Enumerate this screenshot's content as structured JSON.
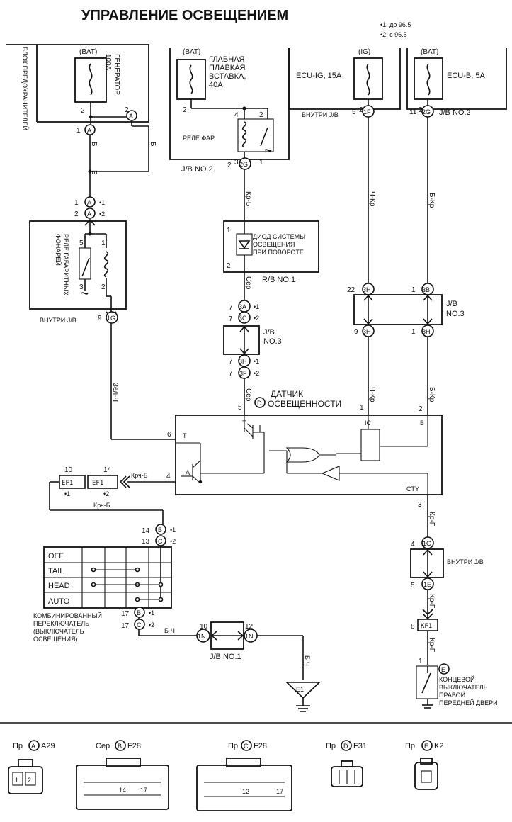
{
  "title": "УПРАВЛЕНИЕ ОСВЕЩЕНИЕМ",
  "notes": [
    "•1: до 96.5",
    "•2: с 96.5"
  ],
  "fuses": {
    "gen": {
      "source": "(BAT)",
      "label_lines": [
        "ГЕНЕРАТОР",
        "100A"
      ]
    },
    "main": {
      "source": "(BAT)",
      "label_lines": [
        "ГЛАВНАЯ",
        "ПЛАВКАЯ",
        "ВСТАВКА,",
        "40A"
      ]
    },
    "ecu_ig": {
      "source": "(IG)",
      "label": "ECU-IG, 15A"
    },
    "ecu_b": {
      "source": "(BAT)",
      "label": "ECU-B, 5A"
    }
  },
  "fuse_block_label": "БЛОК ПРЕДОХРАНИТЕЛЕЙ",
  "relays": {
    "headlamp": "РЕЛЕ ФАР",
    "taillight_lines": [
      "РЕЛЕ ГАБАРИТНЫХ",
      "ФОНАРЕЙ"
    ]
  },
  "diode_label_lines": [
    "ДИОД СИСТЕМЫ",
    "ОСВЕЩЕНИЯ",
    "ПРИ ПОВОРОТЕ"
  ],
  "junctions": {
    "inside_jb": "ВНУТРИ J/B",
    "jb2_right": "J/B NO.2",
    "jb2_mid": "J/B NO.2",
    "rb1": "R/B NO.1",
    "jb3_mid": [
      "J/B",
      "NO.3"
    ],
    "jb3_right": [
      "J/B",
      "NO.3"
    ],
    "jb1": "J/B NO.1"
  },
  "sensor": {
    "letter": "D",
    "label": "ДАТЧИК",
    "label2": "ОСВЕЩЕННОСТИ",
    "pins": {
      "t": "T",
      "ic": "IC",
      "b": "B",
      "a": "A",
      "cty": "CTY"
    }
  },
  "wires": {
    "b1": "Б",
    "b2": "Б",
    "b3": "Б",
    "kr_b": "Кр-Б",
    "ser1": "Сер",
    "ser2": "Сер",
    "ch_kr1": "Ч-Кр",
    "ch_kr2": "Ч-Кр",
    "b_kr1": "Б-Кр",
    "b_kr2": "Б-Кр",
    "zel_ch": "Зел-Ч",
    "krch_b1": "Крч-Б",
    "krch_b2": "Крч-Б",
    "kr_g1": "Кр-Г",
    "kr_g2": "Кр-Г",
    "kr_g3": "Кр-Г",
    "b_ch1": "Б-Ч",
    "b_ch2": "Б-Ч"
  },
  "switch": {
    "rows": [
      "OFF",
      "TAIL",
      "HEAD",
      "AUTO"
    ],
    "label_lines": [
      "КОМБИНИРОВАННЫЙ",
      "ПЕРЕКЛЮЧАТЕЛЬ",
      "(ВЫКЛЮЧАТЕЛЬ",
      "ОСВЕЩЕНИЯ)"
    ]
  },
  "door_switch": {
    "letter": "E",
    "label_lines": [
      "КОНЦЕВОЙ",
      "ВЫКЛЮЧАТЕЛЬ",
      "ПРАВОЙ",
      "ПЕРЕДНЕЙ ДВЕРИ"
    ]
  },
  "ground": "E1",
  "connectors": [
    {
      "prefix": "Пр",
      "letter": "A",
      "code": "A29"
    },
    {
      "prefix": "Сер",
      "letter": "B",
      "code": "F28"
    },
    {
      "prefix": "Пр",
      "letter": "C",
      "code": "F28"
    },
    {
      "prefix": "Пр",
      "letter": "D",
      "code": "F31"
    },
    {
      "prefix": "Пр",
      "letter": "E",
      "code": "K2"
    }
  ],
  "connector_pins": {
    "a": [
      "1",
      "2"
    ],
    "b": [
      "14",
      "17"
    ],
    "c": [
      "12",
      "17"
    ]
  },
  "icons": {
    "fuse": "fuse-icon",
    "relay": "relay-coil-icon",
    "diode": "diode-icon",
    "ground": "ground-icon",
    "transistor": "transistor-icon",
    "connector": "connector-icon"
  }
}
